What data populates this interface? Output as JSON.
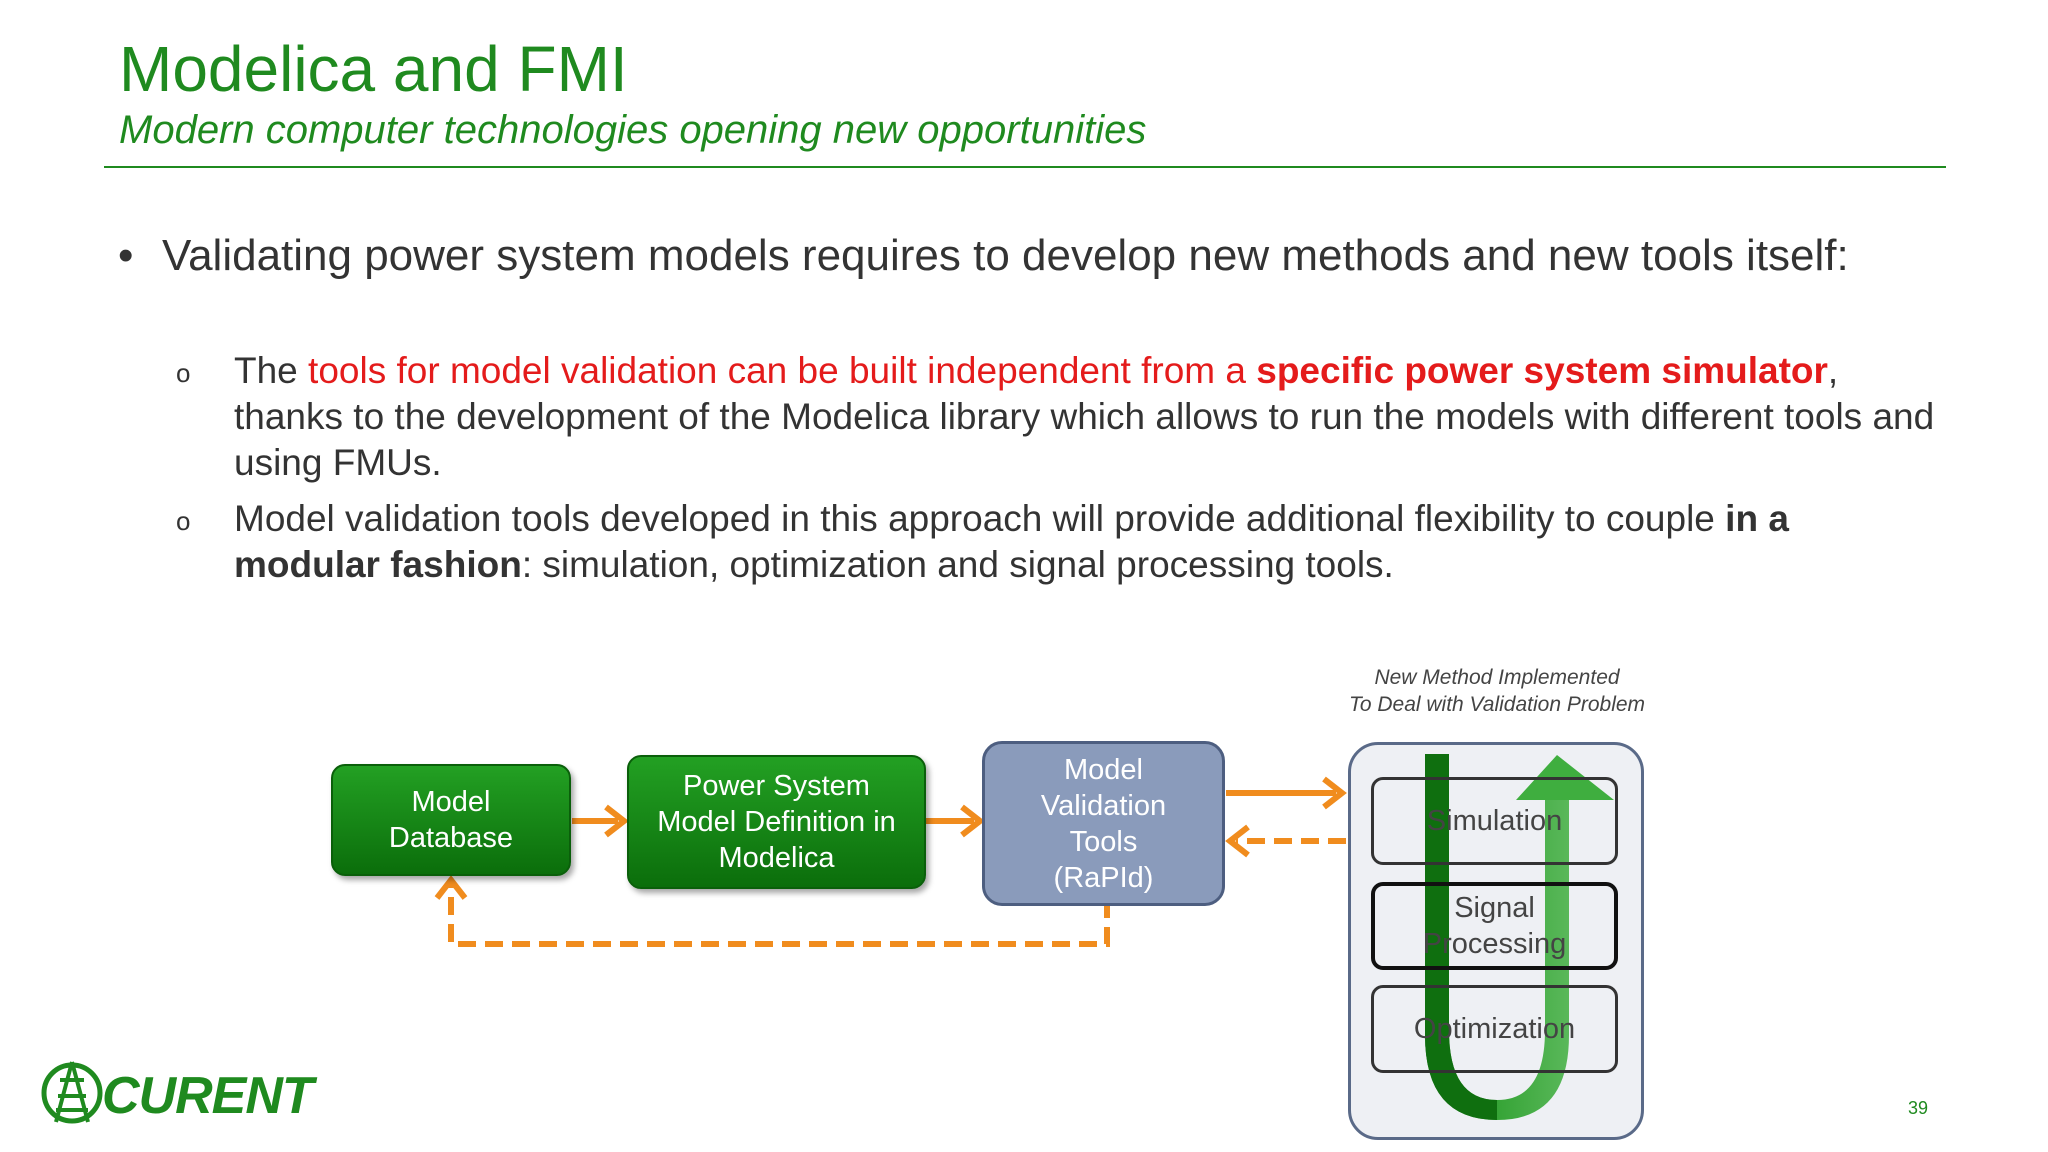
{
  "slide": {
    "title": "Modelica and FMI",
    "subtitle": "Modern computer technologies opening new opportunities",
    "page_number": "39"
  },
  "bullets": {
    "main_marker": "•",
    "main_text": "Validating power system models requires to develop new methods and new tools itself:",
    "sub_marker": "o",
    "sub1": {
      "prefix": "The ",
      "red_text": "tools for model validation can be built independent from a ",
      "red_bold_text": "specific power system simulator",
      "suffix": ", thanks to the development of the Modelica library which allows to run the models with different tools and using FMUs."
    },
    "sub2": {
      "prefix": "Model validation tools developed in this approach will provide additional flexibility to couple ",
      "bold_text": "in a modular fashion",
      "suffix": ": simulation, optimization and signal processing tools."
    }
  },
  "diagram": {
    "model_database": [
      "Model",
      "Database"
    ],
    "power_system_model": [
      "Power System",
      "Model Definition in",
      "Modelica"
    ],
    "validation_tools": [
      "Model",
      "Validation",
      "Tools",
      "(RaPId)"
    ],
    "note": [
      "New Method Implemented",
      "To Deal with Validation Problem"
    ],
    "stages": {
      "simulation": "Simulation",
      "signal_processing": [
        "Signal",
        "Processing"
      ],
      "optimization": "Optimization"
    },
    "colors": {
      "green_box": "#1a8f1a",
      "blue_box": "#8a9bbb",
      "arrow_orange": "#f08c1e"
    }
  },
  "logo": {
    "text": "CURENT"
  }
}
